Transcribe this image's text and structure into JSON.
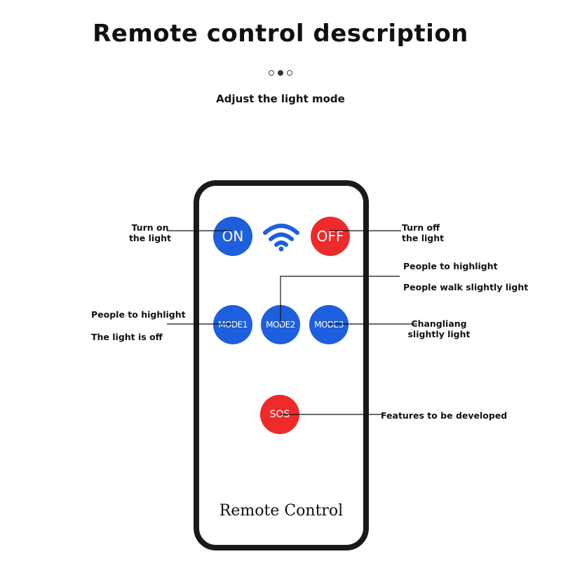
{
  "header": {
    "title": "Remote control description",
    "subtitle": "Adjust the light mode",
    "pagination": {
      "count": 3,
      "active_index": 1
    }
  },
  "remote": {
    "label": "Remote Control",
    "buttons": {
      "on": "ON",
      "off": "OFF",
      "mode1": "MODE1",
      "mode2": "MODE2",
      "mode3": "MODE3",
      "sos": "SOS"
    },
    "colors": {
      "blue": "#1d5fdc",
      "red": "#ee2a2a",
      "frame": "#1a1a1a"
    }
  },
  "annotations": {
    "on_line1": "Turn on",
    "on_line2": "the light",
    "off_line1": "Turn off",
    "off_line2": "the light",
    "mode2_line1": "People to highlight",
    "mode2_line2": "People walk slightly light",
    "mode1_line1": "People to highlight",
    "mode1_line2": "The light is off",
    "mode3_line1": "Changliang",
    "mode3_line2": "slightly light",
    "sos": "Features to be developed"
  }
}
